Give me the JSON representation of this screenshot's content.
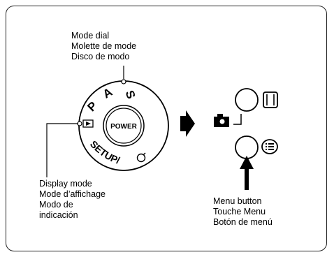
{
  "mode_dial_label": [
    "Mode dial",
    "Molette de mode",
    "Disco de modo"
  ],
  "display_mode_label": [
    "Display mode",
    "Mode d’affichage",
    "Modo de",
    "indicación"
  ],
  "menu_button_label": [
    "Menu button",
    "Touche Menu",
    "Botón de menú"
  ],
  "dial": {
    "power_label": "POWER",
    "positions": [
      "S",
      "A",
      "P",
      "SETUP/"
    ]
  },
  "icons": {
    "display_mode": "play-icon",
    "setup": "camera-setup-icon",
    "monitor": "monitor-icon",
    "menu": "menu-list-icon",
    "camera": "camera-icon",
    "arrow": "right-arrow-icon",
    "pointer": "up-arrow-icon"
  }
}
